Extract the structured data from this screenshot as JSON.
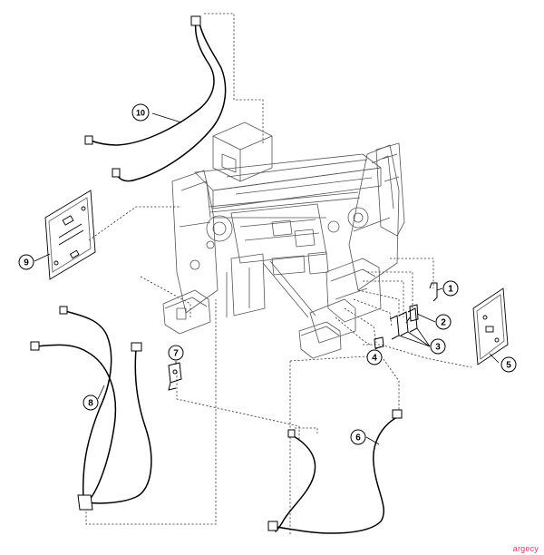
{
  "callouts": [
    {
      "id": "1",
      "label": "1"
    },
    {
      "id": "2",
      "label": "2"
    },
    {
      "id": "3",
      "label": "3"
    },
    {
      "id": "4",
      "label": "4"
    },
    {
      "id": "5",
      "label": "5"
    },
    {
      "id": "6",
      "label": "6"
    },
    {
      "id": "7",
      "label": "7"
    },
    {
      "id": "8",
      "label": "8"
    },
    {
      "id": "9",
      "label": "9"
    },
    {
      "id": "10",
      "label": "10"
    }
  ],
  "watermark": "argecy",
  "colors": {
    "line": "#000000",
    "leader": "#333333",
    "frame": "#555555",
    "watermark": "#d23a6a"
  }
}
